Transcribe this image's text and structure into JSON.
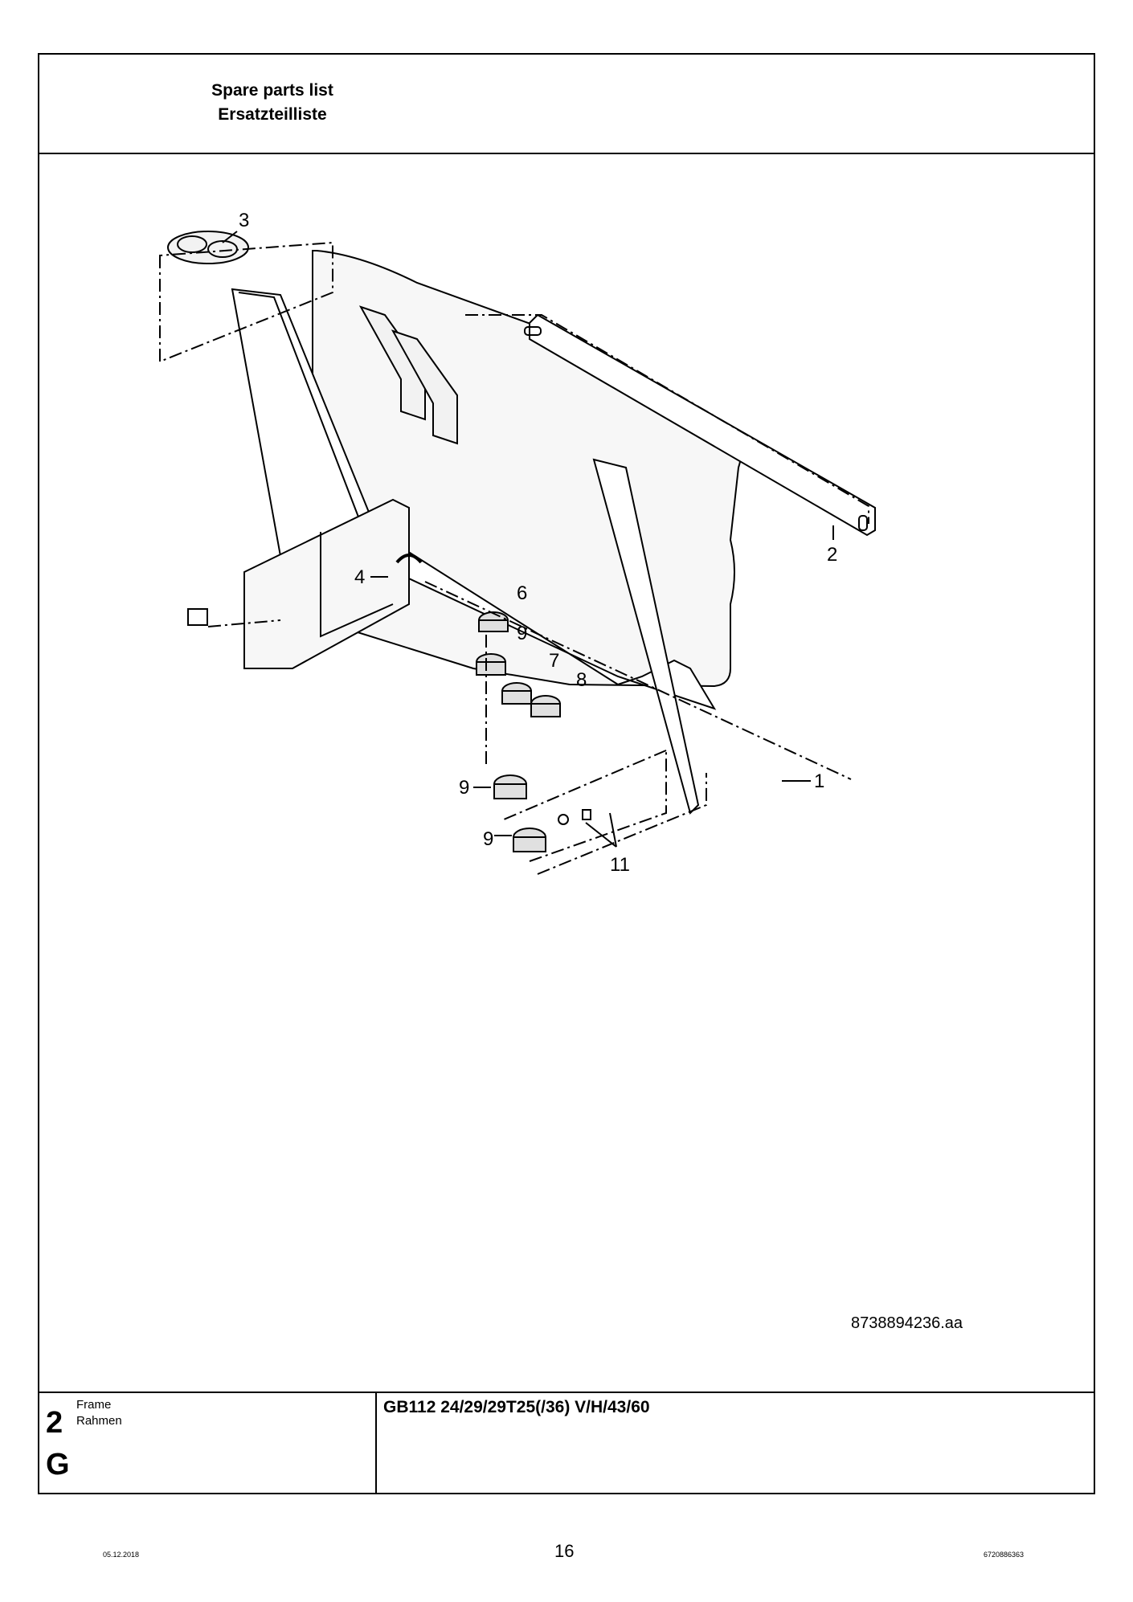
{
  "header": {
    "title_en": "Spare parts list",
    "title_de": "Ersatzteilliste"
  },
  "drawing": {
    "number": "8738894236.aa",
    "callouts": [
      "3",
      "2",
      "4",
      "6",
      "9",
      "7",
      "8",
      "9",
      "1",
      "9",
      "11"
    ]
  },
  "footer": {
    "group_number": "2",
    "group_letter": "G",
    "section_en": "Frame",
    "section_de": "Rahmen",
    "model": "GB112 24/29/29T25(/36) V/H/43/60"
  },
  "page": {
    "number": "16",
    "date": "05.12.2018",
    "doc_code": "6720886363"
  }
}
